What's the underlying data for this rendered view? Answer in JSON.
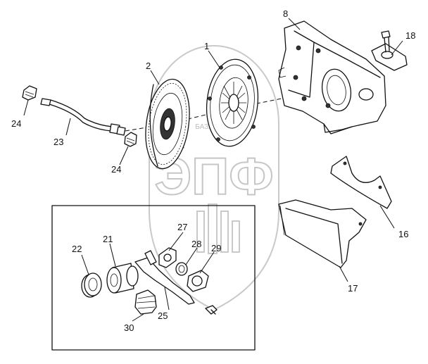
{
  "watermark": {
    "big_text": "ЭПФ",
    "small_text": "БАЗА  ЗАПЧАСТИ"
  },
  "callouts": {
    "part_1": "1",
    "part_2": "2",
    "part_8": "8",
    "part_16": "16",
    "part_17": "17",
    "part_18": "18",
    "part_21": "21",
    "part_22": "22",
    "part_23": "23",
    "part_24_top": "24",
    "part_24_bottom": "24",
    "part_25": "25",
    "part_27": "27",
    "part_28": "28",
    "part_29": "29",
    "part_30": "30"
  }
}
